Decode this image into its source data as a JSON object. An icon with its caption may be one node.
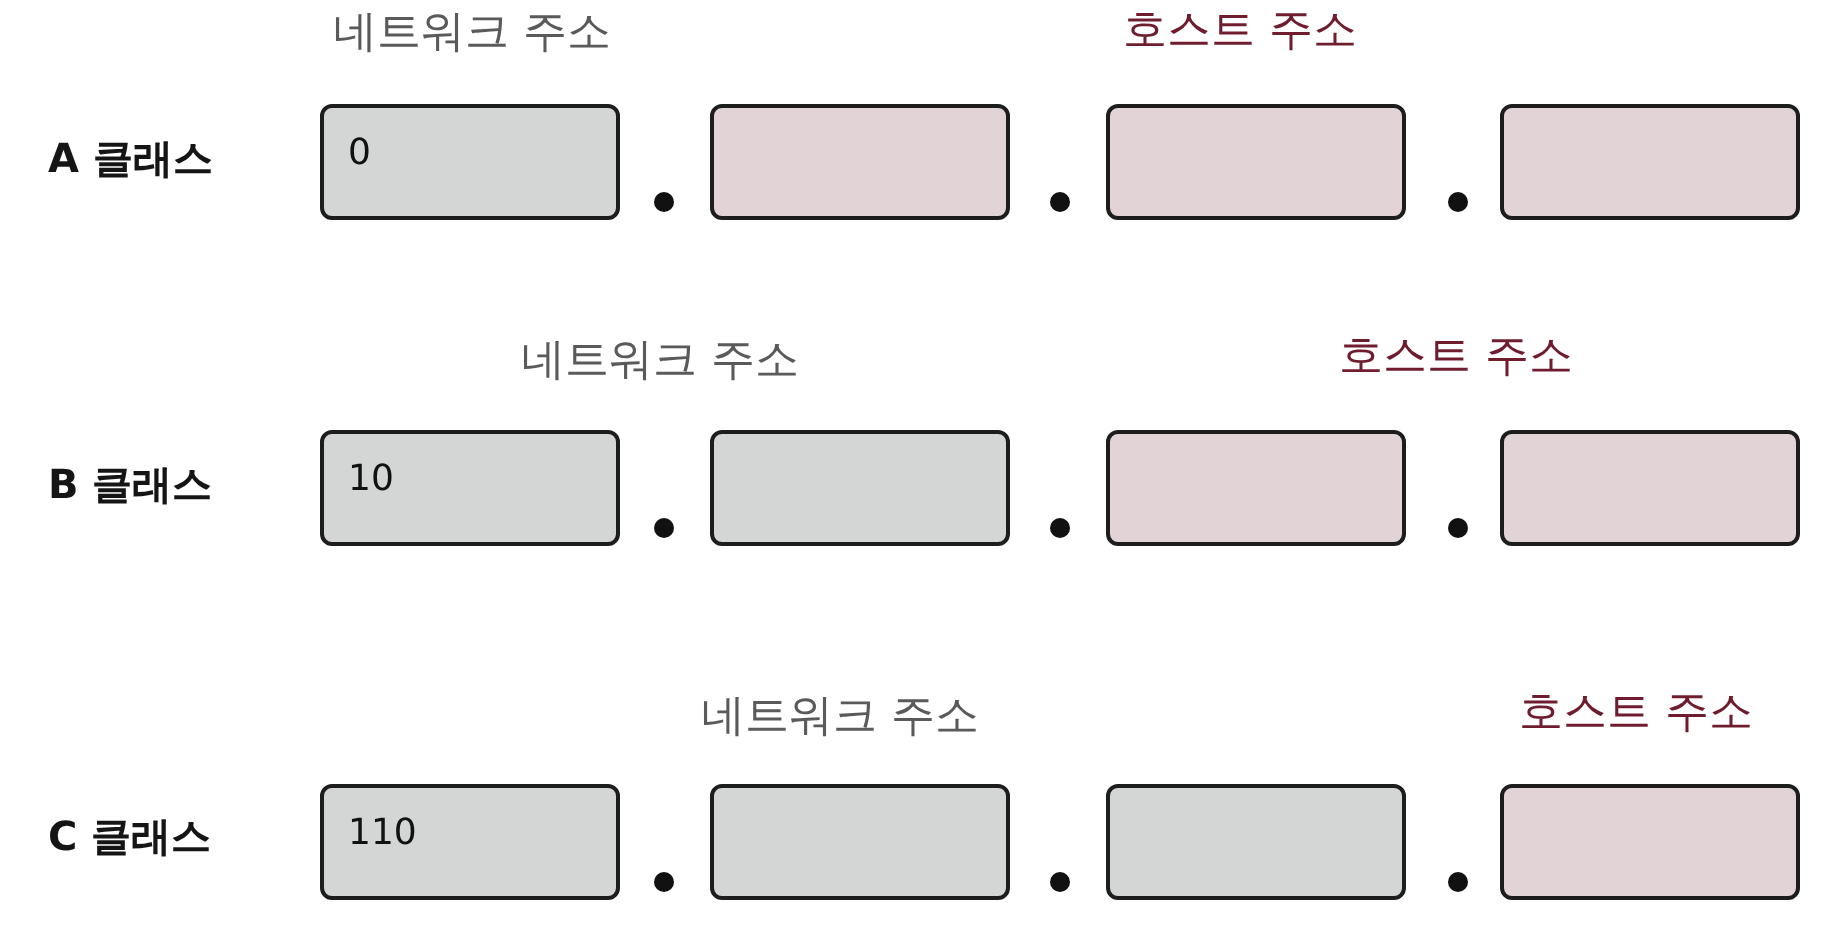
{
  "diagram": {
    "nodes": [
      {
        "text": [
          "0"
        ]
      },
      {
        "text": [],
        "shape": "box"
      },
      {
        "text": [],
        "shape": "box"
      },
      {
        "text": [],
        "shape": "box"
      },
      {
        "text": [
          "10"
        ]
      },
      {
        "text": [],
        "shape": "box"
      },
      {
        "text": [],
        "shape": "box"
      },
      {
        "text": [],
        "shape": "box"
      },
      {
        "text": [
          "110"
        ]
      },
      {
        "text": [],
        "shape": "box"
      },
      {
        "text": [],
        "shape": "box"
      },
      {
        "text": [],
        "shape": "box"
      }
    ],
    "labels": [
      "네트워크 주소",
      "호스트 주소",
      "A 클래스",
      "네트워크 주소",
      "호스트 주소",
      "B 클래스",
      "네트워크 주소",
      "호스트 주소",
      "C 클래스"
    ]
  }
}
